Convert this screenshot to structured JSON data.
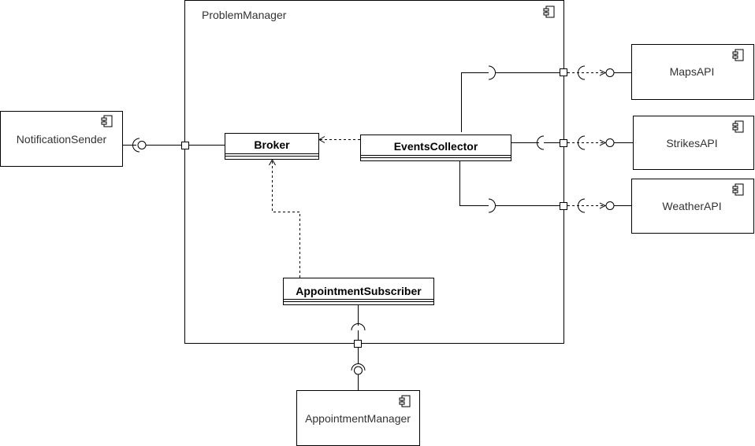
{
  "components": {
    "problem_manager": "ProblemManager",
    "notification_sender": "NotificationSender",
    "maps_api": "MapsAPI",
    "strikes_api": "StrikesAPI",
    "weather_api": "WeatherAPI",
    "appointment_manager": "AppointmentManager"
  },
  "classes": {
    "broker": "Broker",
    "events_collector": "EventsCollector",
    "appointment_subscriber": "AppointmentSubscriber"
  },
  "icons": {
    "component": "component-icon",
    "required_interface": "socket-icon",
    "provided_interface": "lollipop-icon",
    "port": "port-icon"
  }
}
